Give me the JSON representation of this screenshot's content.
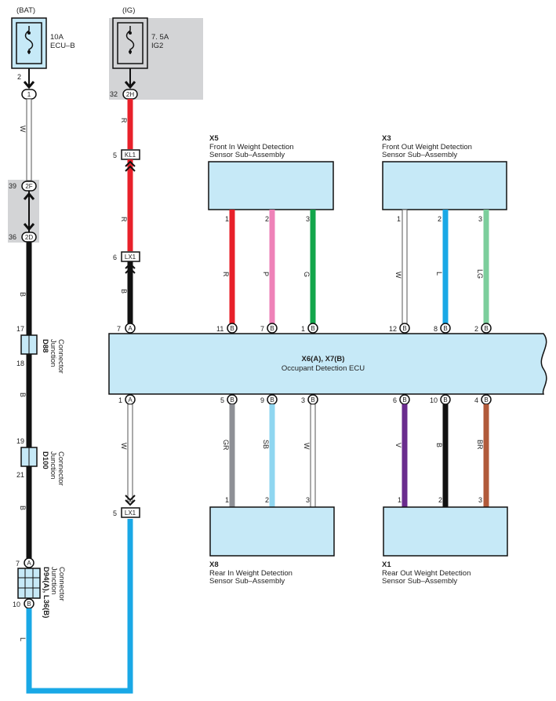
{
  "power": {
    "bat": "(BAT)",
    "ig": "(IG)",
    "fuse1_amp": "10A",
    "fuse1_name": "ECU–B",
    "fuse2_amp": "7. 5A",
    "fuse2_name": "IG2"
  },
  "ecu": {
    "id": "X6(A), X7(B)",
    "name": "Occupant Detection ECU"
  },
  "sensors": {
    "x5": {
      "id": "X5",
      "line1": "Front In Weight Detection",
      "line2": "Sensor Sub–Assembly"
    },
    "x3": {
      "id": "X3",
      "line1": "Front Out Weight Detection",
      "line2": "Sensor Sub–Assembly"
    },
    "x8": {
      "id": "X8",
      "line1": "Rear In Weight Detection",
      "line2": "Sensor Sub–Assembly"
    },
    "x1": {
      "id": "X1",
      "line1": "Rear Out Weight Detection",
      "line2": "Sensor Sub–Assembly"
    }
  },
  "junctions": {
    "d88": {
      "id": "D88",
      "name1": "Junction",
      "name2": "Connector"
    },
    "d100": {
      "id": "D100",
      "name1": "Junction",
      "name2": "Connector"
    },
    "d94": {
      "id": "D94(A), L36(B)",
      "name1": "Junction",
      "name2": "Connector"
    }
  },
  "connectors": {
    "c1": "1",
    "c2h": "2H",
    "kl1": "KL1",
    "lx1": "LX1",
    "c2f": "2F",
    "c2d": "2D",
    "ja": "A",
    "jb": "B"
  },
  "pins": {
    "p2": "2",
    "p32": "32",
    "p5": "5",
    "p6": "6",
    "p39": "39",
    "p36": "36",
    "p17": "17",
    "p18": "18",
    "p19": "19",
    "p21": "21",
    "p7": "7",
    "p10": "10",
    "p1": "1",
    "p11": "11",
    "p12": "12",
    "p8": "8",
    "p3": "3",
    "p9": "9",
    "p4": "4",
    "a": "A",
    "b": "B"
  },
  "wire_colors": {
    "w": "W",
    "r": "R",
    "b": "B",
    "l": "L",
    "p": "P",
    "g": "G",
    "lg": "LG",
    "gr": "GR",
    "sb": "SB",
    "v": "V",
    "br": "BR"
  },
  "colors": {
    "red": "#e8202a",
    "black": "#111111",
    "blue": "#19a8e6",
    "pink": "#ee82b8",
    "green": "#13a64b",
    "lightgreen": "#7cce9c",
    "gray": "#8e9096",
    "skyblue": "#8fd6f0",
    "purple": "#6a2c8e",
    "brown": "#b15a3a",
    "box": "#c6e9f7",
    "shade": "#d3d4d6"
  }
}
